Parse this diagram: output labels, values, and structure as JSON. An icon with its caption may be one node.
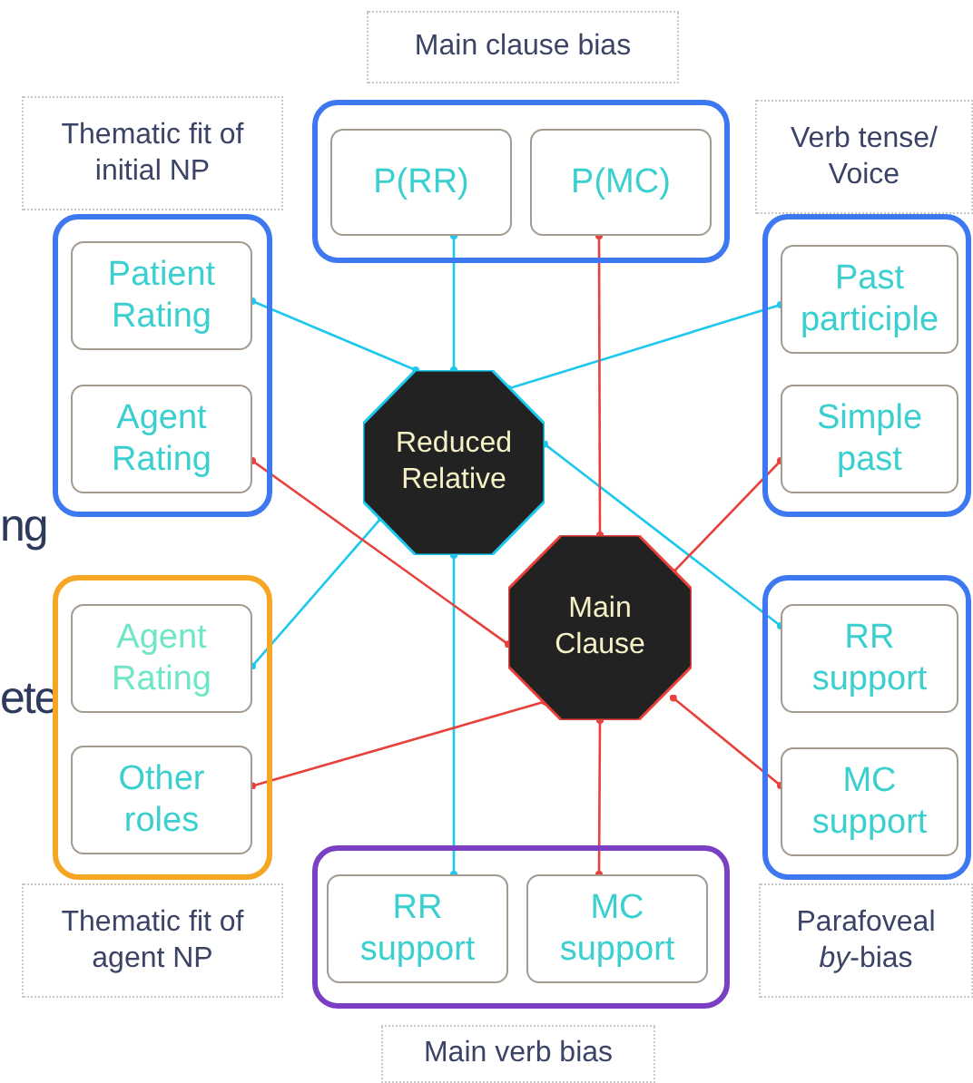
{
  "diagram": {
    "nodes": [
      {
        "text": [
          "Main clause bias"
        ]
      },
      {
        "text": [
          "P(RR)"
        ],
        "in": 0
      },
      {
        "text": [
          "P(MC)"
        ],
        "in": 0
      },
      {
        "text": [
          "Thematic fit of initial NP"
        ]
      },
      {
        "text": [
          "Patient Rating"
        ],
        "in": 3
      },
      {
        "text": [
          "Agent Rating"
        ],
        "in": 3
      },
      {
        "text": [
          "Verb tense/ Voice"
        ]
      },
      {
        "text": [
          "Past participle"
        ],
        "in": 6
      },
      {
        "text": [
          "Simple past"
        ],
        "in": 6
      },
      {
        "text": [
          "Reduced Relative"
        ]
      },
      {
        "text": [
          "Main Clause"
        ]
      },
      {
        "text": [
          "Thematic fit of agent NP"
        ]
      },
      {
        "text": [
          "Agent Rating"
        ],
        "in": 11
      },
      {
        "text": [
          "Other roles"
        ],
        "in": 11
      },
      {
        "text": [
          "Parafoveal *by*-bias"
        ]
      },
      {
        "text": [
          "RR support"
        ],
        "in": 14
      },
      {
        "text": [
          "MC support"
        ],
        "in": 14
      },
      {
        "text": [
          "Main verb bias"
        ]
      },
      {
        "text": [
          "RR support"
        ],
        "in": 17
      },
      {
        "text": [
          "MC support"
        ],
        "in": 17
      }
    ],
    "edges": [
      {
        "from": 4,
        "to": 9,
        "arrow": "other",
        "color": "#1ec8ec"
      },
      {
        "from": 1,
        "to": 9,
        "arrow": "other",
        "color": "#1ec8ec"
      },
      {
        "from": 7,
        "to": 9,
        "arrow": "other",
        "color": "#1ec8ec"
      },
      {
        "from": 9,
        "to": 15,
        "arrow": "other",
        "color": "#1ec8ec"
      },
      {
        "from": 12,
        "to": 9,
        "arrow": "other",
        "color": "#1ec8ec"
      },
      {
        "from": 9,
        "to": 18,
        "arrow": "other",
        "color": "#1ec8ec"
      },
      {
        "from": 5,
        "to": 10,
        "arrow": "other",
        "color": "#e8403a"
      },
      {
        "from": 2,
        "to": 10,
        "arrow": "other",
        "color": "#e8403a"
      },
      {
        "from": 8,
        "to": 10,
        "arrow": "other",
        "color": "#e8403a"
      },
      {
        "from": 13,
        "to": 10,
        "arrow": "other",
        "color": "#e8403a"
      },
      {
        "from": 10,
        "to": 16,
        "arrow": "other",
        "color": "#e8403a"
      },
      {
        "from": 10,
        "to": 19,
        "arrow": "other",
        "color": "#e8403a"
      }
    ],
    "labels": [
      "ng",
      "ete"
    ]
  }
}
